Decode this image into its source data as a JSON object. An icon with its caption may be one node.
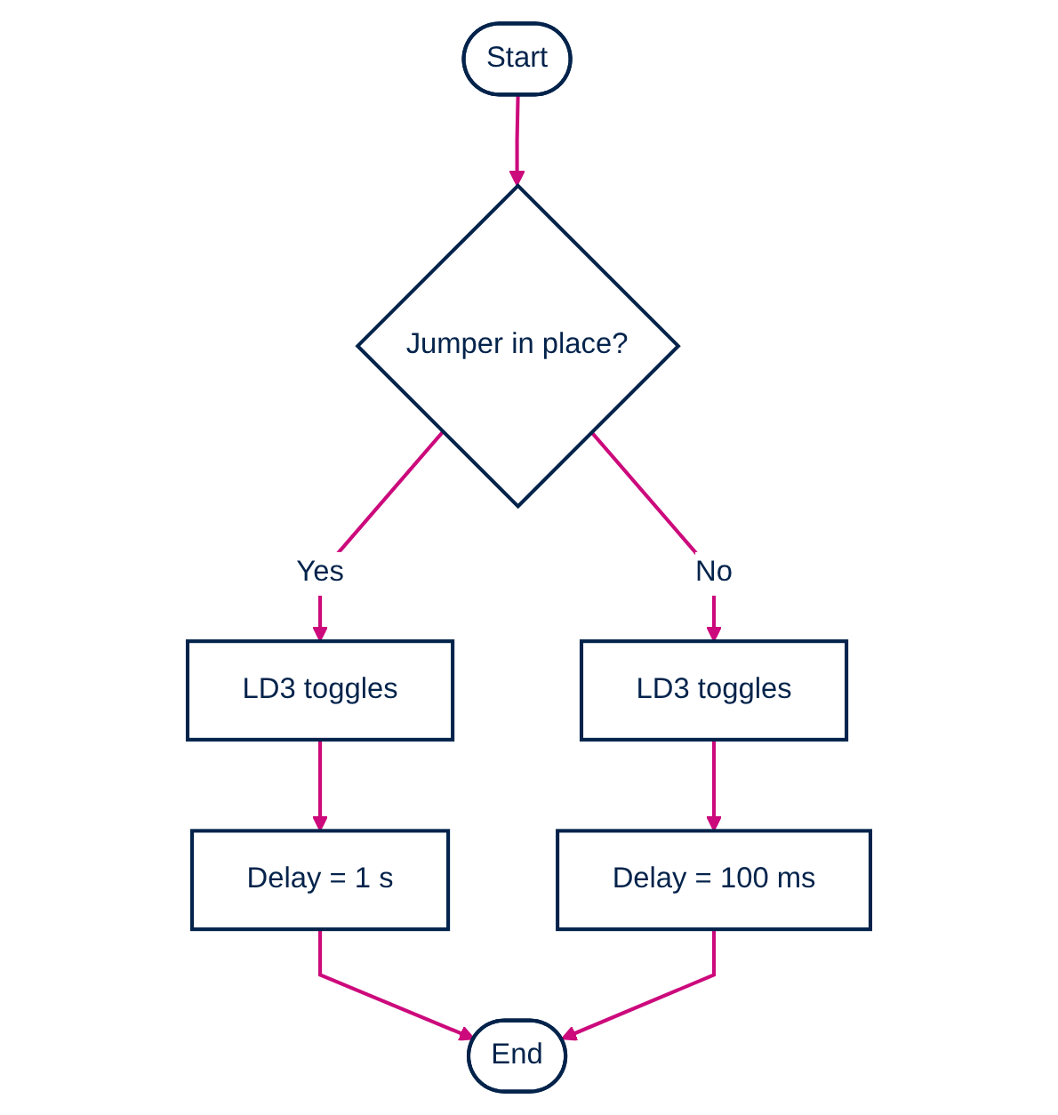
{
  "diagram": {
    "nodes": [
      {
        "text": [
          "Start"
        ]
      },
      {
        "text": [
          "Jumper in place?"
        ]
      },
      {
        "text": [
          "LD3 toggles"
        ]
      },
      {
        "text": [
          "LD3 toggles"
        ]
      },
      {
        "text": [
          "Delay = 1 s"
        ]
      },
      {
        "text": [
          "Delay = 100 ms"
        ]
      },
      {
        "text": [
          "End"
        ]
      }
    ],
    "edges": [
      {
        "from": 0,
        "to": 1,
        "arrow": "to"
      },
      {
        "from": 1,
        "to": 2,
        "arrow": "to",
        "label": "Yes"
      },
      {
        "from": 1,
        "to": 3,
        "arrow": "to",
        "label": "No"
      },
      {
        "from": 2,
        "to": 4,
        "arrow": "to"
      },
      {
        "from": 3,
        "to": 5,
        "arrow": "to"
      },
      {
        "from": 4,
        "to": 6,
        "arrow": "to"
      },
      {
        "from": 5,
        "to": 6,
        "arrow": "to"
      }
    ]
  }
}
